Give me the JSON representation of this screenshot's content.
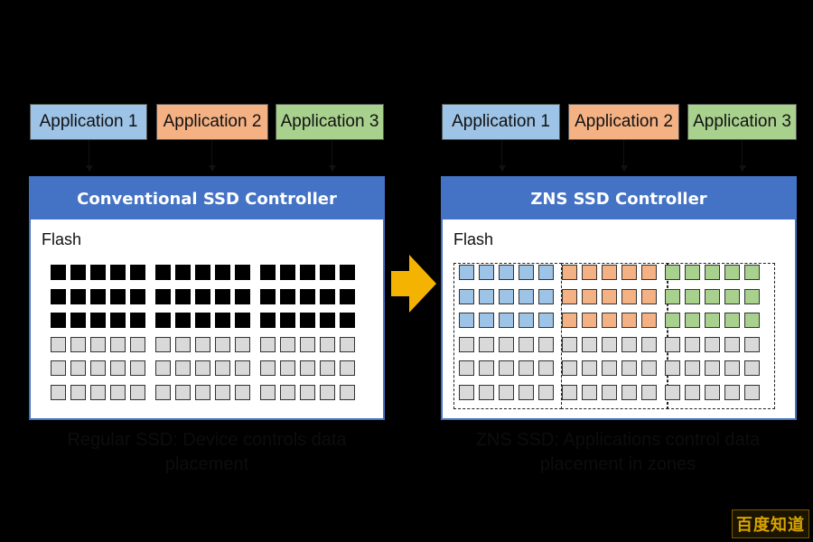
{
  "left": {
    "apps": [
      {
        "label": "Application 1",
        "color": "#9dc3e6"
      },
      {
        "label": "Application 2",
        "color": "#f4b183"
      },
      {
        "label": "Application 3",
        "color": "#a9d18e"
      }
    ],
    "controller_title": "Conventional SSD Controller",
    "flash_label": "Flash",
    "caption": "Regular SSD: Device controls data placement",
    "grid_rows": [
      "black",
      "black",
      "black",
      "empty",
      "empty",
      "empty"
    ]
  },
  "right": {
    "apps": [
      {
        "label": "Application 1",
        "color": "#9dc3e6"
      },
      {
        "label": "Application 2",
        "color": "#f4b183"
      },
      {
        "label": "Application 3",
        "color": "#a9d18e"
      }
    ],
    "controller_title": "ZNS SSD Controller",
    "flash_label": "Flash",
    "caption": "ZNS SSD: Applications control data placement in zones",
    "zone_colors": [
      "blue",
      "orange",
      "green"
    ],
    "filled_rows": 3,
    "total_rows": 6
  },
  "colors": {
    "controller_blue": "#4472c4",
    "arrow_yellow": "#f5b301"
  },
  "watermark": "百度知道"
}
